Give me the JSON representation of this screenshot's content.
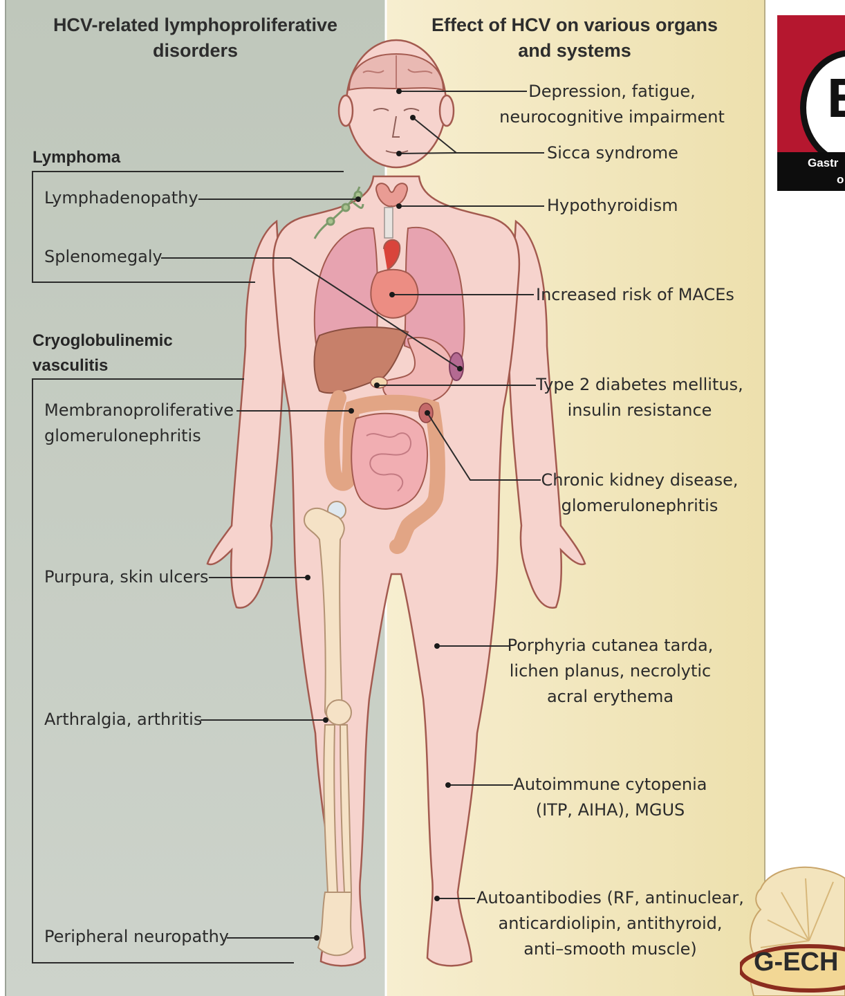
{
  "headers": {
    "left": [
      "HCV-related lymphoproliferative",
      "disorders"
    ],
    "right": [
      "Effect of HCV on various organs",
      "and systems"
    ]
  },
  "left_sections": {
    "lymphoma": "Lymphoma",
    "cryo": [
      "Cryoglobulinemic",
      "vasculitis"
    ]
  },
  "left_labels": {
    "lymphadenopathy": "Lymphadenopathy",
    "splenomegaly": "Splenomegaly",
    "mpgn": [
      "Membranoproliferative",
      "glomerulonephritis"
    ],
    "purpura": "Purpura, skin ulcers",
    "arthralgia": "Arthralgia, arthritis",
    "neuropathy": "Peripheral neuropathy"
  },
  "right_labels": {
    "depression": [
      "Depression, fatigue,",
      "neurocognitive impairment"
    ],
    "sicca": "Sicca syndrome",
    "hypothyroidism": "Hypothyroidism",
    "maces": "Increased risk of MACEs",
    "diabetes": [
      "Type 2 diabetes mellitus,",
      "insulin resistance"
    ],
    "ckd": [
      "Chronic kidney disease,",
      "glomerulonephritis"
    ],
    "porphyria": [
      "Porphyria cutanea tarda,",
      "lichen planus, necrolytic",
      "acral erythema"
    ],
    "cytopenia": [
      "Autoimmune cytopenia",
      "(ITP, AIHA), MGUS"
    ],
    "autoantibodies": [
      "Autoantibodies (RF, antinuclear,",
      "anticardiolipin, antithyroid,",
      "anti–smooth muscle)"
    ]
  },
  "logos": {
    "top_letter": "E",
    "top_band": [
      "Gastr",
      "o"
    ],
    "bottom_text": "G-ECH"
  },
  "colors": {
    "left_panel": "#c5ccc1",
    "right_panel": "#f4ebc6",
    "skin": "#f6d3cd",
    "outline": "#a35a4f",
    "logo_red": "#b5172f"
  }
}
